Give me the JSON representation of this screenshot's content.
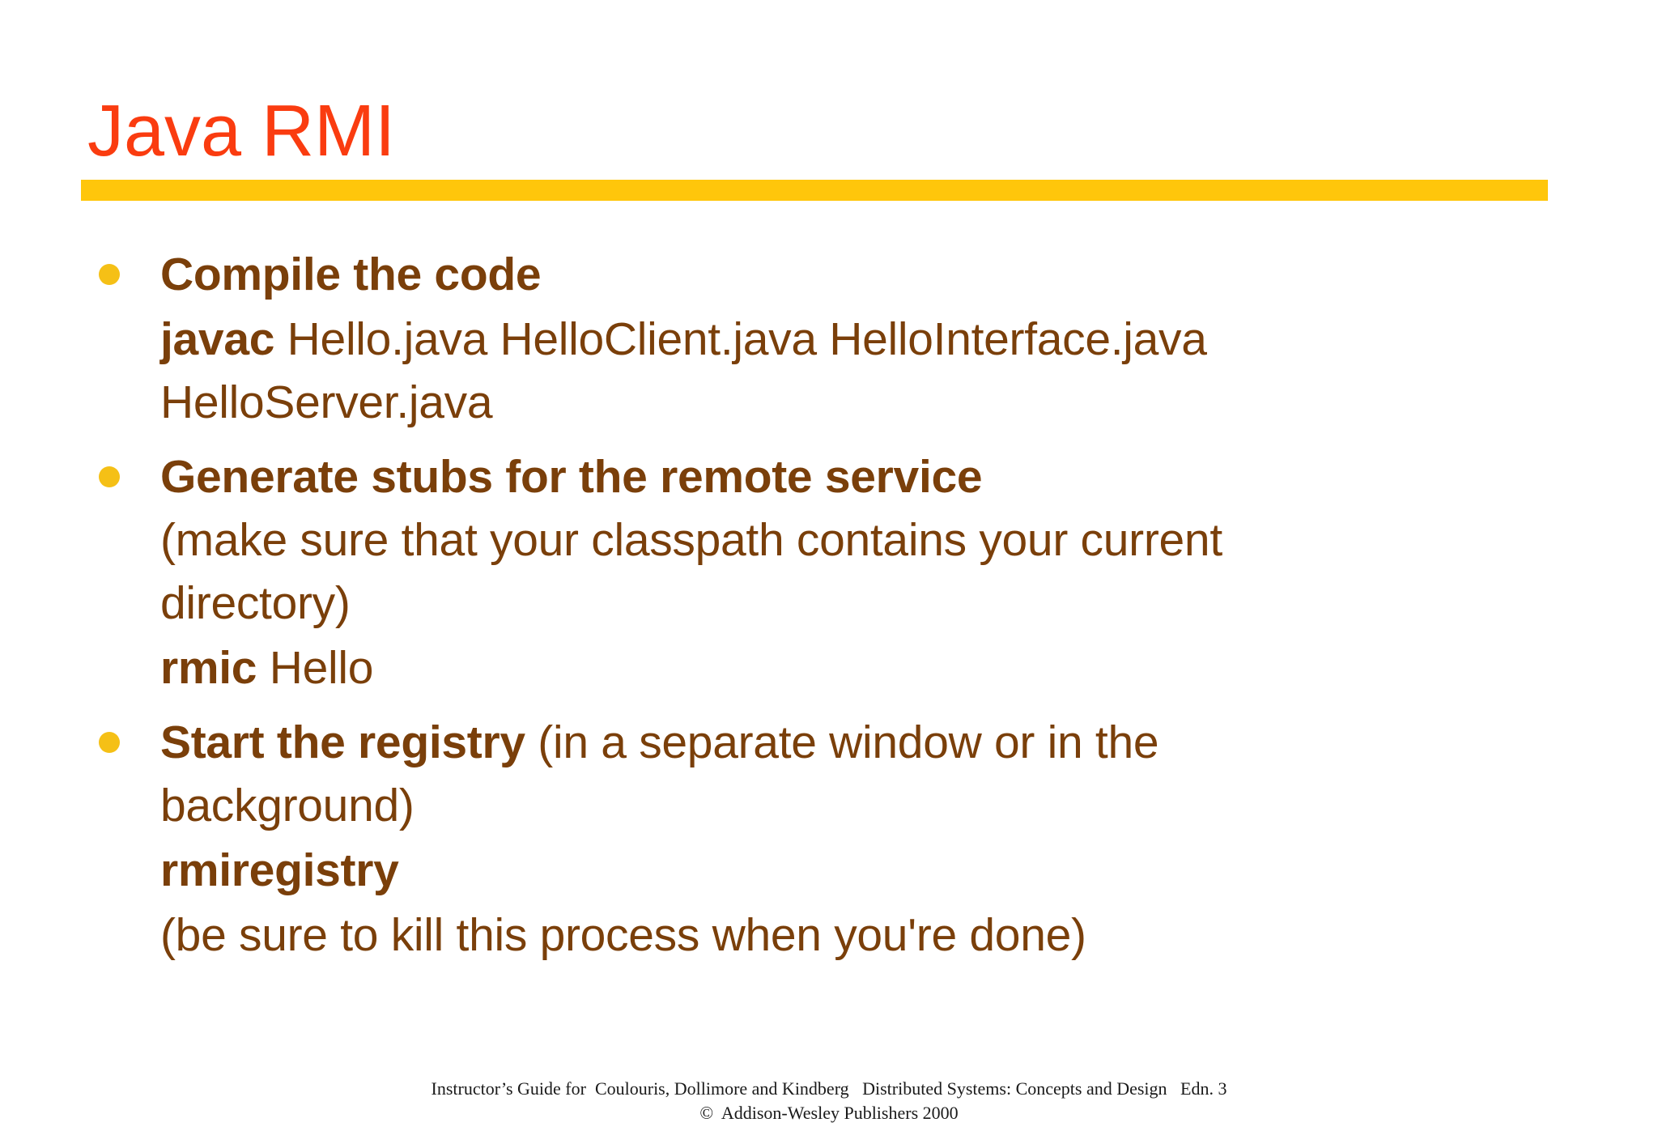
{
  "slide": {
    "title": "Java RMI",
    "title_color": "#FA3C10",
    "rule_color": "#FFC60B",
    "body_color": "#7A3F0A",
    "bullet_color": "#F5C016",
    "background": "#FFFFFF"
  },
  "bullets": [
    {
      "heading": "Compile the code",
      "command_bold": "javac",
      "command_rest": " Hello.java  HelloClient.java  HelloInterface.java",
      "command_wrap": " HelloServer.java"
    },
    {
      "heading": "Generate stubs for the remote service",
      "note_line1": "(make sure that your classpath contains your current",
      "note_line2": "directory)",
      "command_bold": "rmic",
      "command_rest": " Hello"
    },
    {
      "heading": "Start the registry",
      "heading_rest": " (in a separate window or in the",
      "heading_wrap": "background)",
      "command_bold": "rmiregistry",
      "note_line1": "(be sure to kill this process when you're done)"
    }
  ],
  "footer": {
    "line1": "Instructor’s Guide for  Coulouris, Dollimore and Kindberg   Distributed Systems: Concepts and Design   Edn. 3",
    "line2": "©  Addison-Wesley Publishers 2000"
  }
}
